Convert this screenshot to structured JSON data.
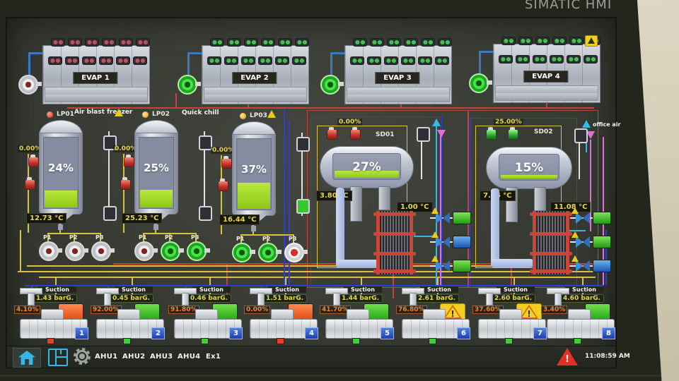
{
  "brand": "SIMATIC HMI",
  "colors": {
    "accent-cyan": "#38b6e8",
    "pipe-red": "#c2443a",
    "pipe-yellow": "#d8c340",
    "pipe-blue": "#2b3fd0",
    "pipe-pink": "#e070d8",
    "value-yellow": "#e8d44a",
    "load-orange": "#e2883a",
    "alarm-red": "#d9352c",
    "fill-green": "#94d41e"
  },
  "zones": {
    "zone1": "Air blast freezer",
    "zone2": "Quick chill",
    "office": "office air"
  },
  "evaporators": [
    {
      "label": "EVAP 1",
      "fan_state": "red",
      "alarm": false
    },
    {
      "label": "EVAP 2",
      "fan_state": "green",
      "alarm": false
    },
    {
      "label": "EVAP 3",
      "fan_state": "green",
      "alarm": false
    },
    {
      "label": "EVAP 4",
      "fan_state": "green",
      "alarm": true
    }
  ],
  "lp_vessels": [
    {
      "id": "LP01",
      "dot": "red",
      "level": "24%",
      "valve_pct": "0.00%",
      "temp": "12.73 °C",
      "pumps": [
        {
          "label": "P1",
          "state": "idle"
        },
        {
          "label": "P2",
          "state": "idle"
        },
        {
          "label": "P3",
          "state": "idle"
        }
      ]
    },
    {
      "id": "LP02",
      "dot": "amber",
      "level": "25%",
      "valve_pct": "0.00%",
      "temp": "25.23 °C",
      "pumps": [
        {
          "label": "P1",
          "state": "idle"
        },
        {
          "label": "P2",
          "state": "run"
        },
        {
          "label": "P3",
          "state": "run"
        }
      ]
    },
    {
      "id": "LP03",
      "dot": "amber",
      "level": "37%",
      "valve_pct": "0.00%",
      "temp": "16.44 °C",
      "pumps": [
        {
          "label": "P1",
          "state": "run"
        },
        {
          "label": "P2",
          "state": "run"
        },
        {
          "label": "P3",
          "state": "fault"
        }
      ]
    }
  ],
  "sd_vessels": [
    {
      "id": "SD01",
      "level": "27%",
      "valve_pct": "0.00%",
      "valve_state": "closed",
      "temp": "3.80 °C",
      "hx_temp": "1.00 °C"
    },
    {
      "id": "SD02",
      "level": "15%",
      "valve_pct": "25.00%",
      "valve_state": "open",
      "temp": "7.66 °C",
      "hx_temp": "11.08 °C"
    }
  ],
  "compressors": [
    {
      "num": "1",
      "load": "4.10%",
      "suction_label": "Suction",
      "suction": "1.43 barG.",
      "motor": "red",
      "ind": "red"
    },
    {
      "num": "2",
      "load": "92.00%",
      "suction_label": "Suction",
      "suction": "0.45 barG.",
      "motor": "green",
      "ind": "green"
    },
    {
      "num": "3",
      "load": "91.80%",
      "suction_label": "Suction",
      "suction": "0.46 barG.",
      "motor": "green",
      "ind": "green"
    },
    {
      "num": "4",
      "load": "0.00%",
      "suction_label": "Suction",
      "suction": "1.51 barG.",
      "motor": "red",
      "ind": "red"
    },
    {
      "num": "5",
      "load": "41.70%",
      "suction_label": "Suction",
      "suction": "1.44 barG.",
      "motor": "green",
      "ind": "green"
    },
    {
      "num": "6",
      "load": "76.80%",
      "suction_label": "Suction",
      "suction": "2.61 barG.",
      "motor": "warn",
      "ind": "green"
    },
    {
      "num": "7",
      "load": "37.60%",
      "suction_label": "Suction",
      "suction": "2.60 barG.",
      "motor": "warn",
      "ind": "green"
    },
    {
      "num": "8",
      "load": "3.40%",
      "suction_label": "Suction",
      "suction": "4.60 barG.",
      "motor": "green",
      "ind": "green"
    }
  ],
  "taskbar": {
    "nav": [
      {
        "label": "AHU1"
      },
      {
        "label": "AHU2"
      },
      {
        "label": "AHU3"
      },
      {
        "label": "AHU4"
      },
      {
        "label": "Ex1"
      }
    ],
    "time": "11:08:59 AM"
  }
}
